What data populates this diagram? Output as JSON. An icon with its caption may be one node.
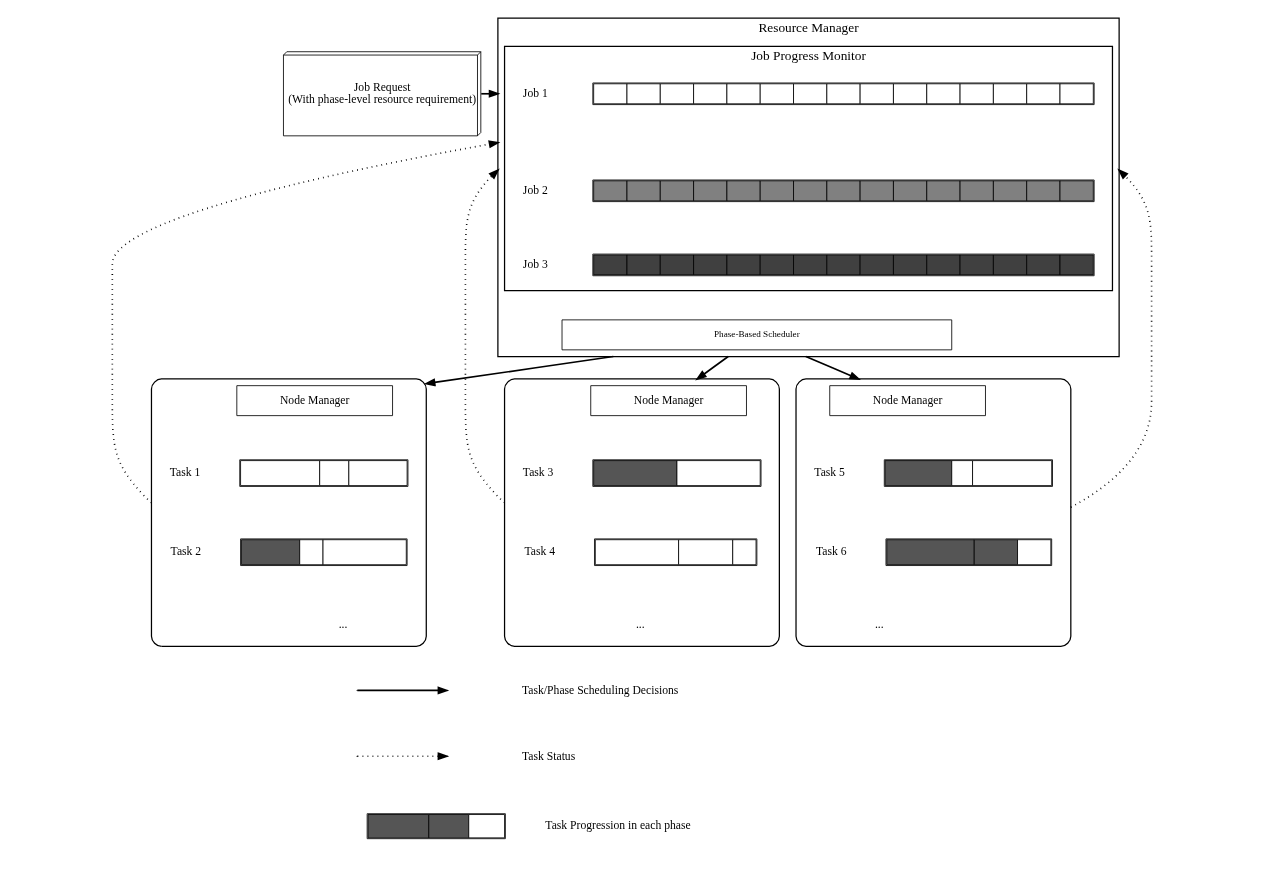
{
  "diagram": {
    "nodes": [
      {
        "text": [
          "Job Request",
          "(With phase-level resource requirement)"
        ]
      },
      {
        "text": [
          "Resource Manager"
        ]
      },
      {
        "text": [
          "Job Progress Monitor"
        ],
        "in": 1
      },
      {
        "text": [],
        "shape": "bar",
        "in": 2,
        "beside": [
          "Job 1"
        ]
      },
      {
        "text": [],
        "shape": "bar",
        "in": 2,
        "beside": [
          "Job 2"
        ]
      },
      {
        "text": [],
        "shape": "bar",
        "in": 2,
        "beside": [
          "Job 3"
        ]
      },
      {
        "text": [
          "Phase-Based Scheduler"
        ],
        "in": 1
      },
      {
        "text": [],
        "shape": "box"
      },
      {
        "text": [
          "Node Manager"
        ],
        "in": 7
      },
      {
        "text": [],
        "shape": "bar",
        "in": 7,
        "beside": [
          "Task 1"
        ]
      },
      {
        "text": [],
        "shape": "bar",
        "in": 7,
        "beside": [
          "Task 2"
        ]
      },
      {
        "text": [],
        "shape": "box"
      },
      {
        "text": [
          "Node Manager"
        ],
        "in": 11
      },
      {
        "text": [],
        "shape": "bar",
        "in": 11,
        "beside": [
          "Task 3"
        ]
      },
      {
        "text": [],
        "shape": "bar",
        "in": 11,
        "beside": [
          "Task 4"
        ]
      },
      {
        "text": [],
        "shape": "box"
      },
      {
        "text": [
          "Node Manager"
        ],
        "in": 15
      },
      {
        "text": [],
        "shape": "bar",
        "in": 15,
        "beside": [
          "Task 5"
        ]
      },
      {
        "text": [],
        "shape": "bar",
        "in": 15,
        "beside": [
          "Task 6"
        ]
      }
    ],
    "edges": [
      {
        "from": 0,
        "to": 1,
        "arrow": "to"
      },
      {
        "from": 1,
        "to": 7,
        "arrow": "to"
      },
      {
        "from": 7,
        "to": 1,
        "arrow": "to",
        "style": "dashed"
      },
      {
        "from": 1,
        "to": 11,
        "arrow": "to"
      },
      {
        "from": 11,
        "to": 1,
        "arrow": "to",
        "style": "dashed"
      },
      {
        "from": 1,
        "to": 15,
        "arrow": "to"
      },
      {
        "from": 15,
        "to": 1,
        "arrow": "to",
        "style": "dashed"
      }
    ],
    "labels": [
      "...",
      "...",
      "..."
    ],
    "legend": [
      {
        "text": "Task/Phase Scheduling Decisions"
      },
      {
        "text": "Task Status"
      },
      {
        "text": "Task Progression in each phase"
      }
    ]
  }
}
